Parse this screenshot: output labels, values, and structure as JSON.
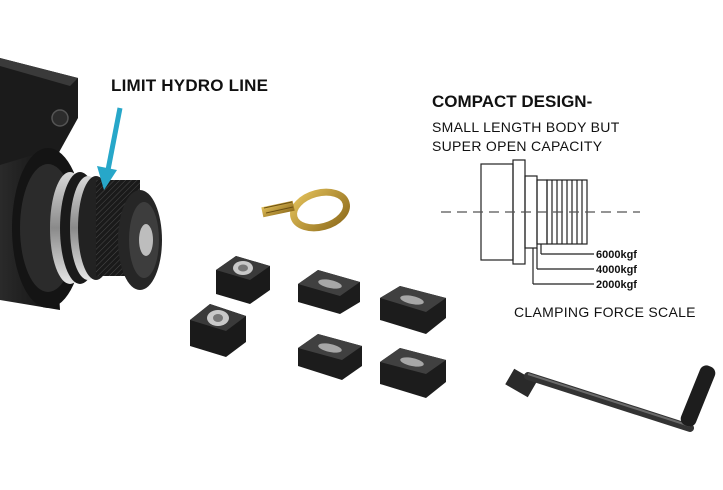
{
  "labels": {
    "limit_hydro_line": "LIMIT HYDRO LINE",
    "compact_title": "COMPACT DESIGN-",
    "compact_line1": "SMALL LENGTH BODY BUT",
    "compact_line2": "SUPER OPEN CAPACITY",
    "force_6000": "6000kgf",
    "force_4000": "4000kgf",
    "force_2000": "2000kgf",
    "clamping_scale": "CLAMPING FORCE SCALE"
  },
  "colors": {
    "arrow": "#27a7c9",
    "metal_dark": "#1c1c1c",
    "brass": "#b8922c",
    "body_gray": "#6f6f6f"
  }
}
